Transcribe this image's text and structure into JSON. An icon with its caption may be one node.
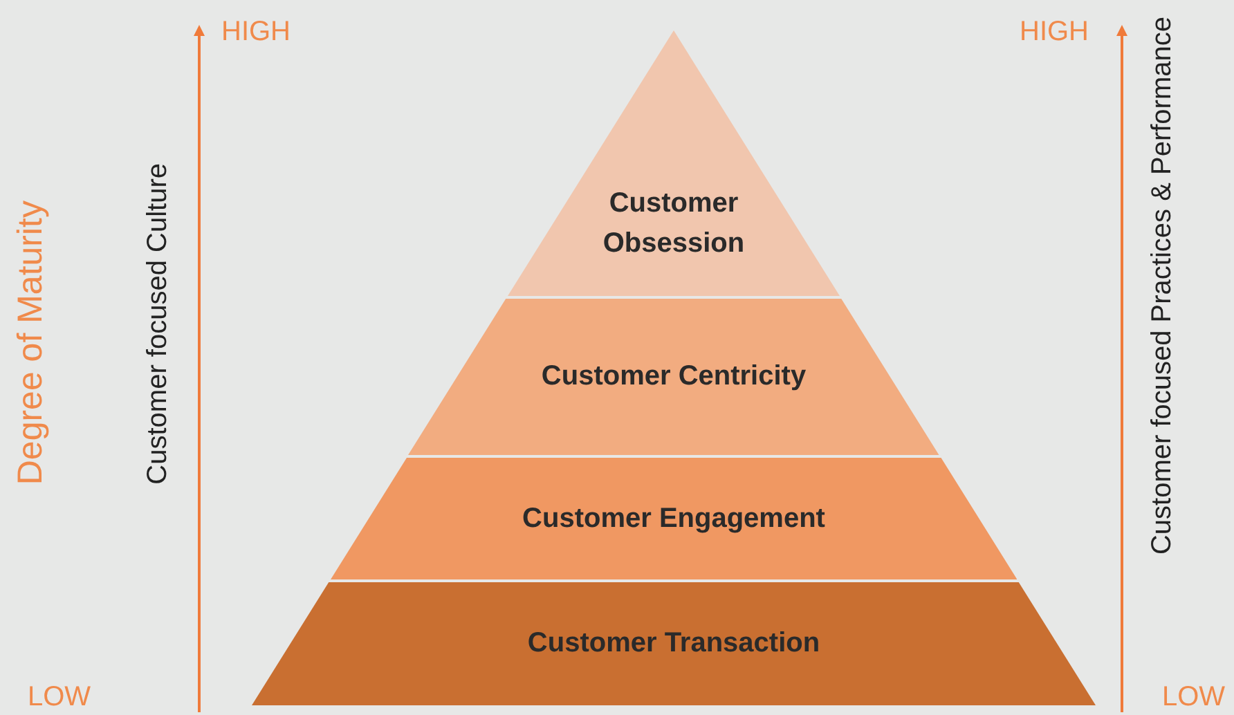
{
  "diagram": {
    "nodes": [
      {
        "text": [
          "Customer Obsession"
        ]
      },
      {
        "text": [
          "Customer Centricity"
        ]
      },
      {
        "text": [
          "Customer Engagement"
        ]
      },
      {
        "text": [
          "Customer Transaction"
        ]
      }
    ],
    "labels": [
      "HIGH",
      "HIGH",
      "Customer focused Practices & Performance",
      "Degree of Maturity",
      "Customer focused Culture",
      "LOW",
      "LOW"
    ]
  }
}
